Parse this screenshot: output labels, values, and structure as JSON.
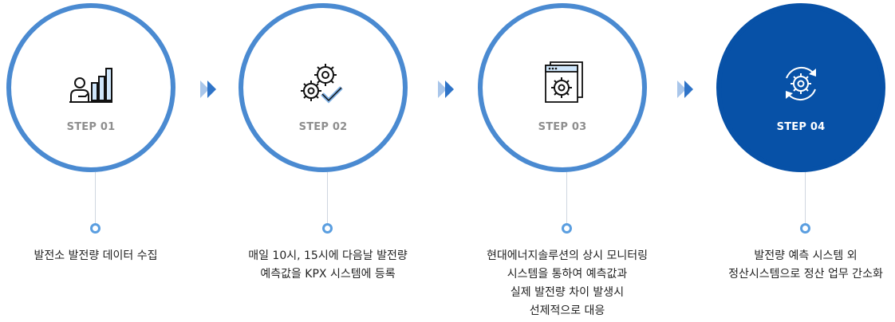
{
  "steps": [
    {
      "label": "STEP 01",
      "icon": "person-bar-chart-icon",
      "desc": [
        "발전소 발전량 데이터 수집"
      ]
    },
    {
      "label": "STEP 02",
      "icon": "gears-checkmark-icon",
      "desc": [
        "매일 10시, 15시에 다음날 발전량",
        "예측값을 KPX 시스템에 등록"
      ]
    },
    {
      "label": "STEP 03",
      "icon": "window-gear-icon",
      "desc": [
        "현대에너지솔루션의 상시 모니터링",
        "시스템을 통하여 예측값과",
        "실제 발전량 차이 발생시",
        "선제적으로 대응"
      ]
    },
    {
      "label": "STEP 04",
      "icon": "gear-refresh-icon",
      "desc": [
        "발전량 예측 시스템 외",
        "정산시스템으로 정산 업무 간소화"
      ]
    }
  ],
  "colors": {
    "ring": "#4a8ad1",
    "active": "#0751a7",
    "arrow_light": "#a9c6ea",
    "arrow_dark": "#2f74c8",
    "step_text": "#8e8e8e"
  }
}
